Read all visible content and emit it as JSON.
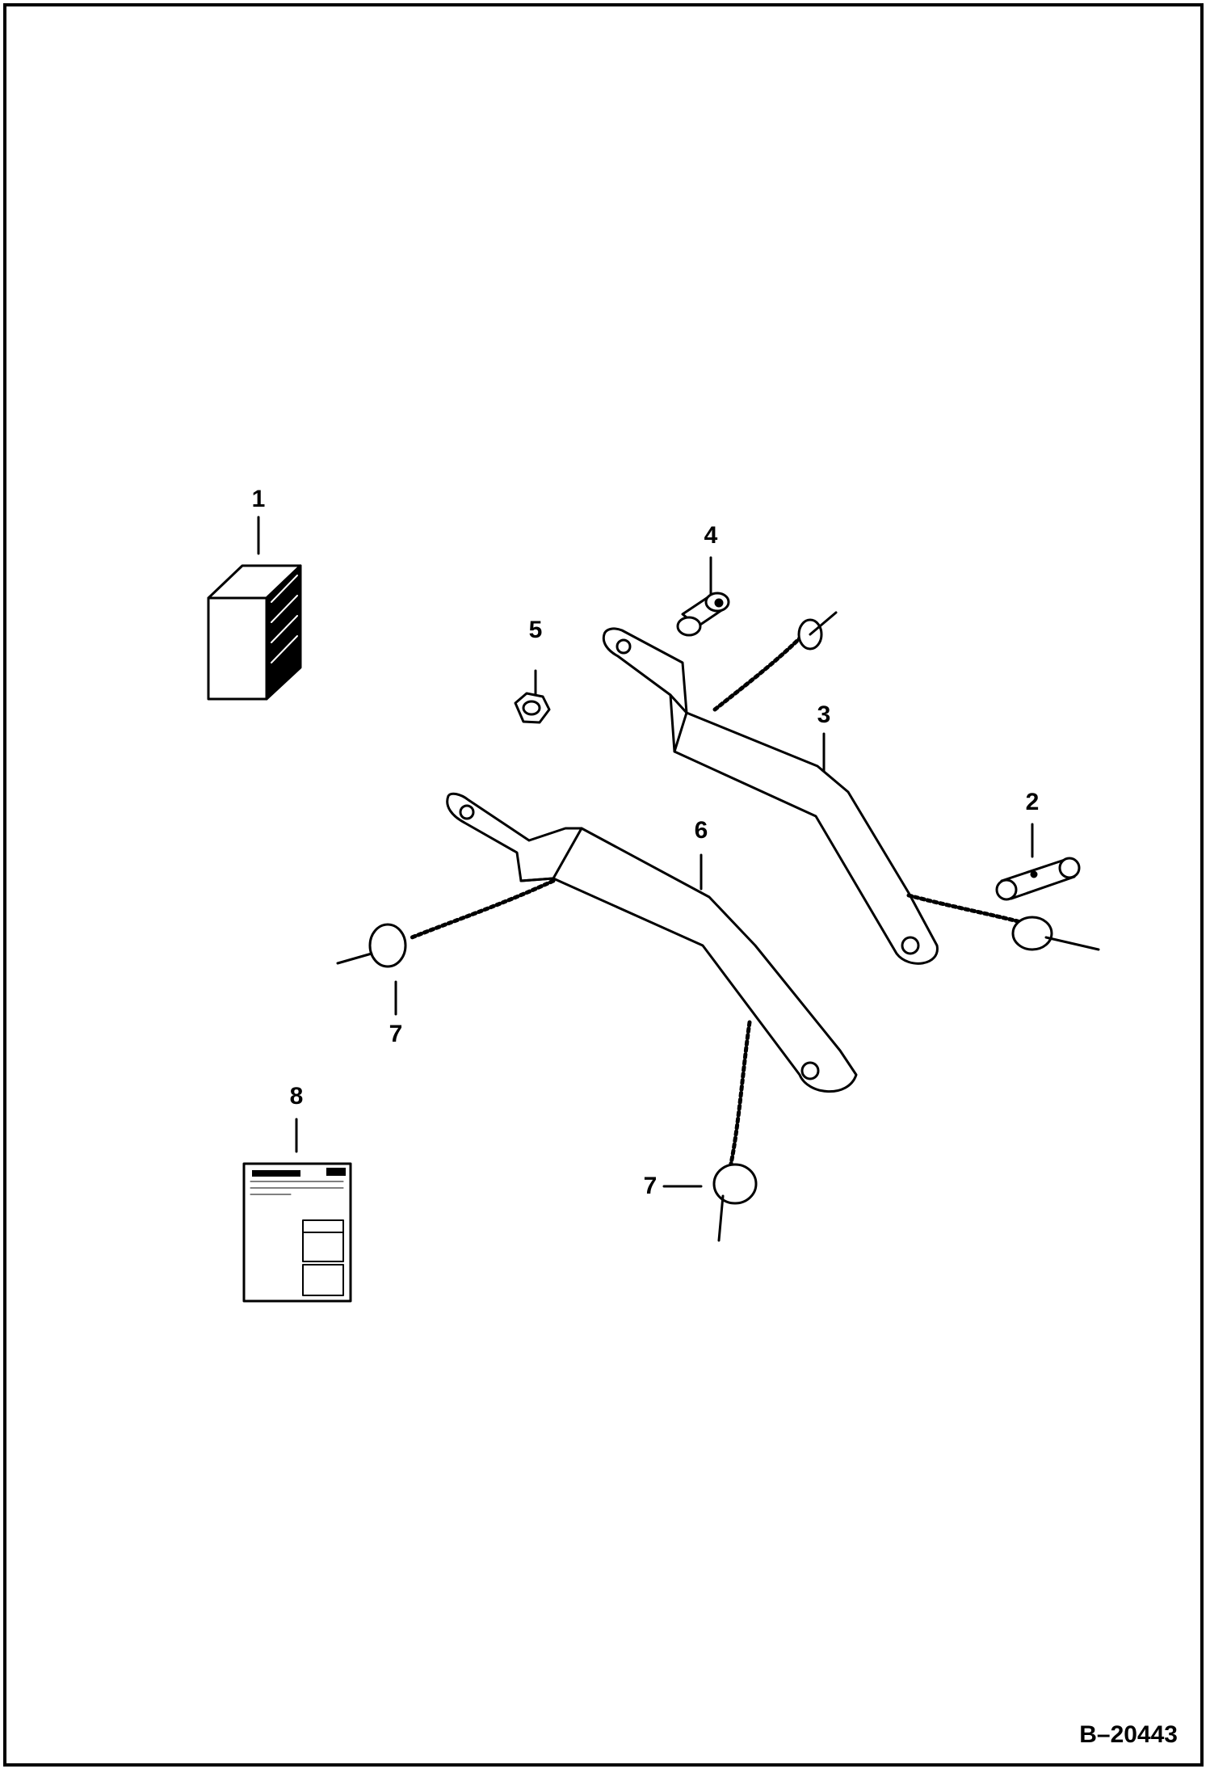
{
  "diagram": {
    "figure_id": "B–20443",
    "callouts": [
      {
        "key": "battery",
        "label": "1"
      },
      {
        "key": "pin-right",
        "label": "2"
      },
      {
        "key": "arm-rear",
        "label": "3"
      },
      {
        "key": "pin-top",
        "label": "4"
      },
      {
        "key": "nut",
        "label": "5"
      },
      {
        "key": "arm-front",
        "label": "6"
      },
      {
        "key": "pin-left",
        "label": "7"
      },
      {
        "key": "pin-bottom",
        "label": "7"
      },
      {
        "key": "decal",
        "label": "8"
      }
    ]
  },
  "colors": {
    "line": "#000000",
    "background": "#ffffff"
  }
}
